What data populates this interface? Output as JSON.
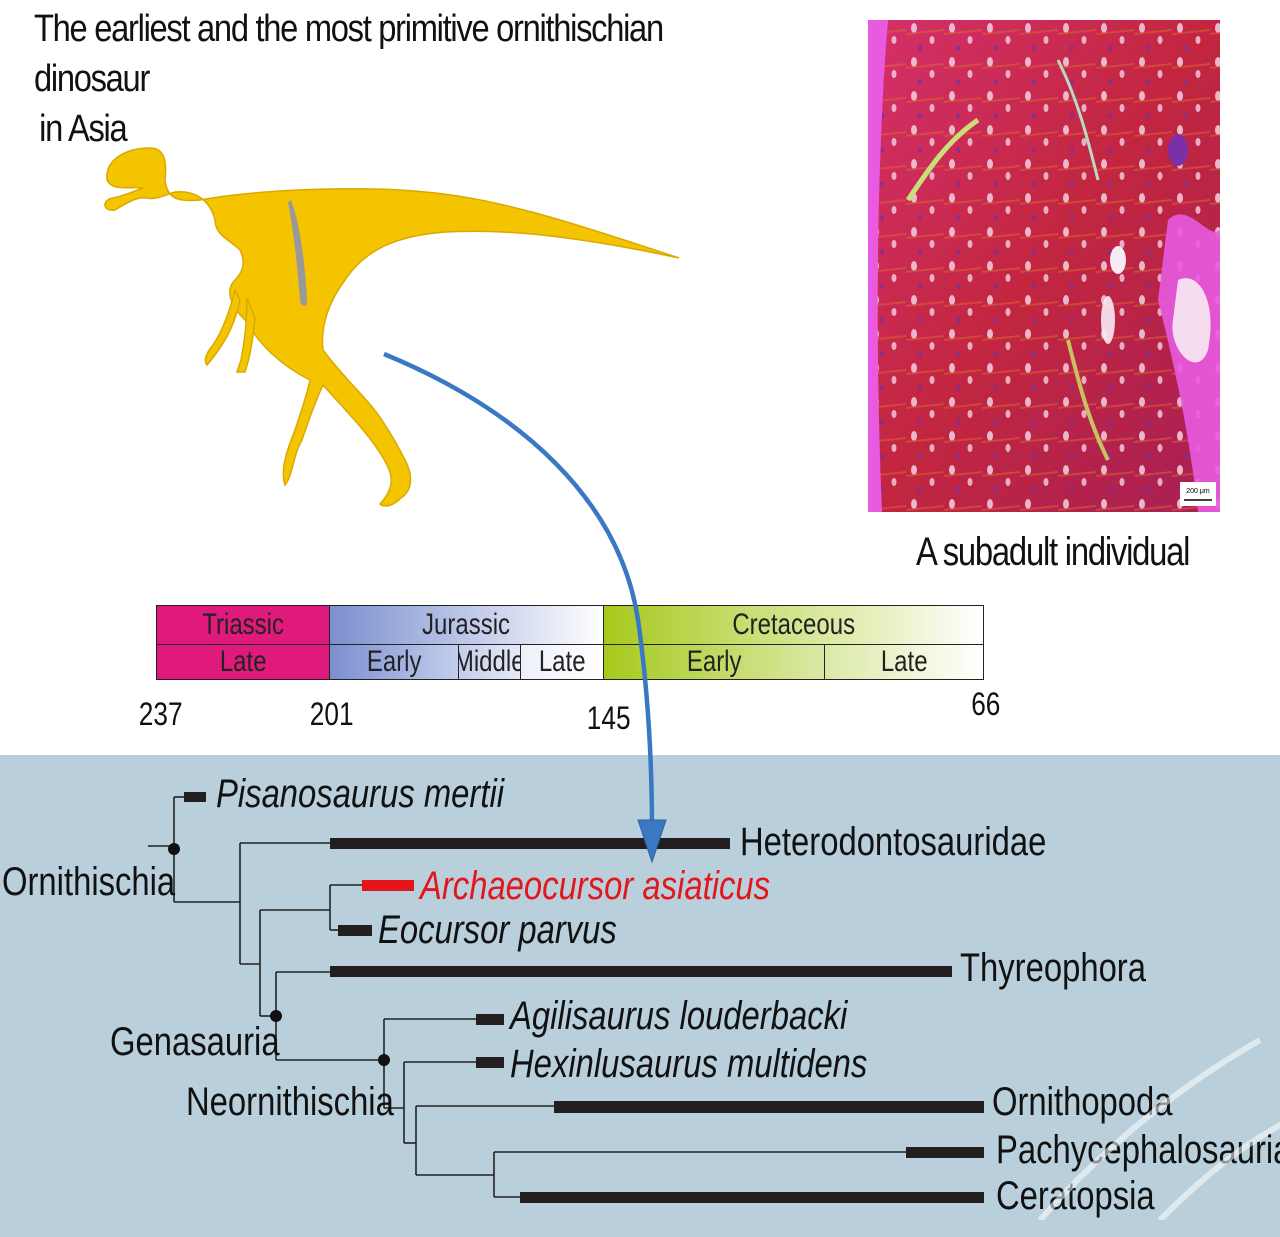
{
  "title": {
    "line1": "The earliest and the most primitive ornithischian dinosaur",
    "line2": "in Asia"
  },
  "caption": "A subadult individual",
  "scale_bar_label": "200 μm",
  "timescale": {
    "periods": [
      {
        "name": "Triassic",
        "color": "#e0197d"
      },
      {
        "name": "Jurassic",
        "color": "#7b8fd0"
      },
      {
        "name": "Cretaceous",
        "color": "#a6c91c"
      }
    ],
    "epochs": [
      "Late",
      "Early",
      "Middle",
      "Late",
      "Early",
      "Late"
    ],
    "ticks": [
      "237",
      "201",
      "145",
      "66"
    ]
  },
  "tree": {
    "taxa": [
      {
        "name": "Pisanosaurus mertii",
        "italic": true
      },
      {
        "name": "Heterodontosauridae",
        "italic": false
      },
      {
        "name": "Archaeocursor asiaticus",
        "italic": true,
        "highlight": true
      },
      {
        "name": "Eocursor parvus",
        "italic": true
      },
      {
        "name": "Thyreophora",
        "italic": false
      },
      {
        "name": "Agilisaurus louderbacki",
        "italic": true
      },
      {
        "name": "Hexinlusaurus multidens",
        "italic": true
      },
      {
        "name": "Ornithopoda",
        "italic": false
      },
      {
        "name": "Pachycephalosauria",
        "italic": false
      },
      {
        "name": "Ceratopsia",
        "italic": false
      }
    ],
    "clades": [
      "Ornithischia",
      "Genasauria",
      "Neornithischia"
    ]
  },
  "colors": {
    "dinosaur": "#f5c400",
    "arrow": "#3a78c4",
    "tree_background": "#b9d0dc",
    "highlight_red": "#e3161c"
  }
}
